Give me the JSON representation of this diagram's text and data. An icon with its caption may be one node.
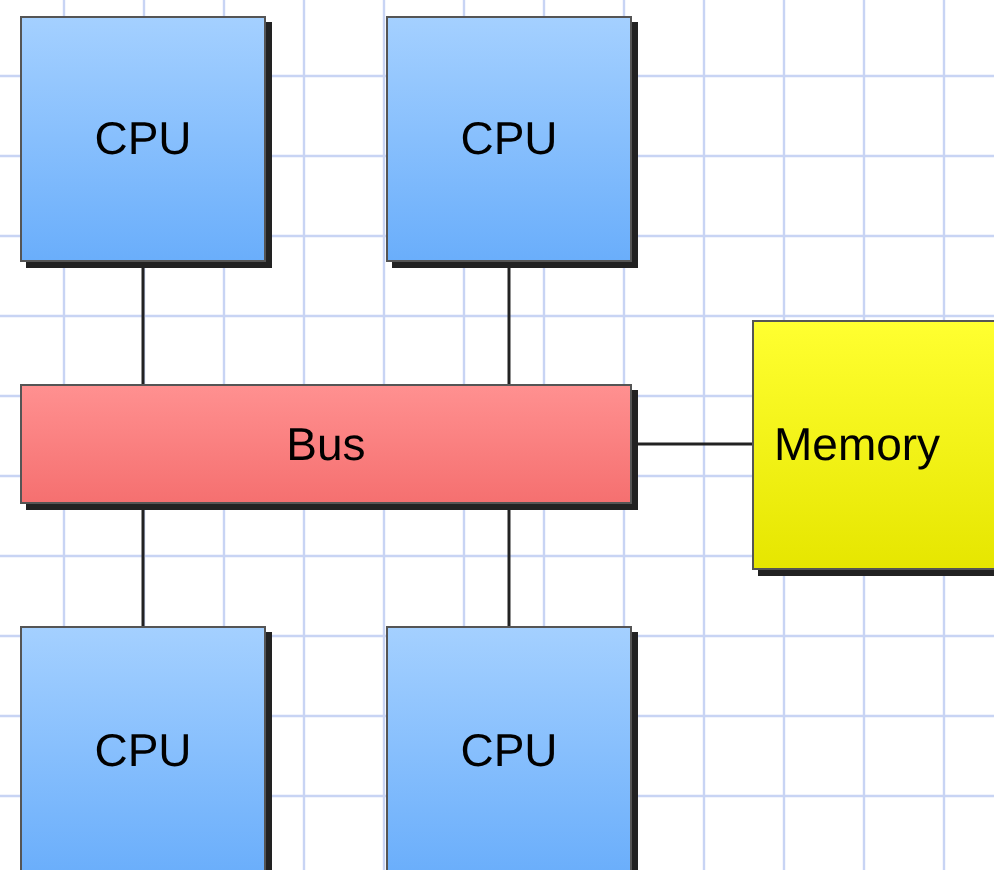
{
  "diagram": {
    "nodes": [
      {
        "text": [
          "CPU"
        ]
      },
      {
        "text": [
          "CPU"
        ]
      },
      {
        "text": [
          "Bus"
        ]
      },
      {
        "text": [
          "Memory"
        ]
      },
      {
        "text": [
          "CPU"
        ]
      },
      {
        "text": [
          "CPU"
        ]
      }
    ],
    "edges": [
      {
        "from": 0,
        "to": 2,
        "arrow": "none"
      },
      {
        "from": 1,
        "to": 2,
        "arrow": "none"
      },
      {
        "from": 2,
        "to": 3,
        "arrow": "none"
      },
      {
        "from": 2,
        "to": 4,
        "arrow": "none"
      },
      {
        "from": 2,
        "to": 5,
        "arrow": "none"
      }
    ]
  }
}
